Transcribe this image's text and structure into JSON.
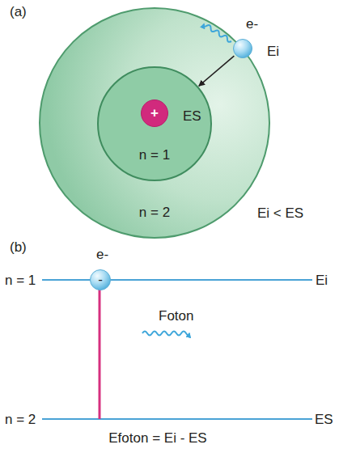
{
  "diagram": {
    "nodes": [
      {
        "text": [
          "n = 2"
        ]
      },
      {
        "text": [
          "ES",
          "n = 1"
        ],
        "in": 0
      },
      {
        "text": [
          "+"
        ],
        "in": 1
      },
      {
        "text": [
          "e-"
        ],
        "in": 0
      },
      {
        "text": [
          "e-",
          "-"
        ]
      }
    ],
    "edges": [
      {
        "from": 3,
        "to": 1,
        "arrow": "to"
      }
    ],
    "labels": [
      "(a)",
      "Ei",
      "Ei < ES",
      "(b)",
      "n = 1",
      "Ei",
      "Foton",
      "n = 2",
      "ES",
      "Efoton = Ei - ES"
    ]
  }
}
